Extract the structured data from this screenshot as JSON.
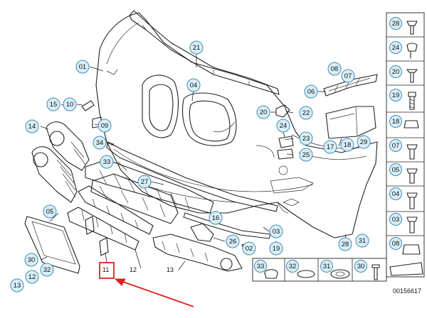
{
  "diagram_code": "00156617",
  "highlight_label": "11",
  "accent_color": "#d9eef7",
  "callout_stroke": "#3a8db8",
  "arrow_color": "#e02020",
  "callouts": [
    "01",
    "21",
    "04",
    "08",
    "07",
    "06",
    "10",
    "15",
    "20",
    "22",
    "09",
    "24",
    "23",
    "25",
    "14",
    "34",
    "17",
    "18",
    "29",
    "33",
    "27",
    "05",
    "16",
    "26",
    "02",
    "03",
    "19",
    "28",
    "31",
    "30",
    "32",
    "12",
    "13"
  ],
  "sidebar_items": [
    "28",
    "24",
    "20",
    "19",
    "18",
    "07",
    "05",
    "04",
    "03",
    "08"
  ],
  "bottom_items": [
    "33",
    "32",
    "31",
    "30"
  ],
  "plain_labels": [
    "11",
    "12",
    "13"
  ]
}
